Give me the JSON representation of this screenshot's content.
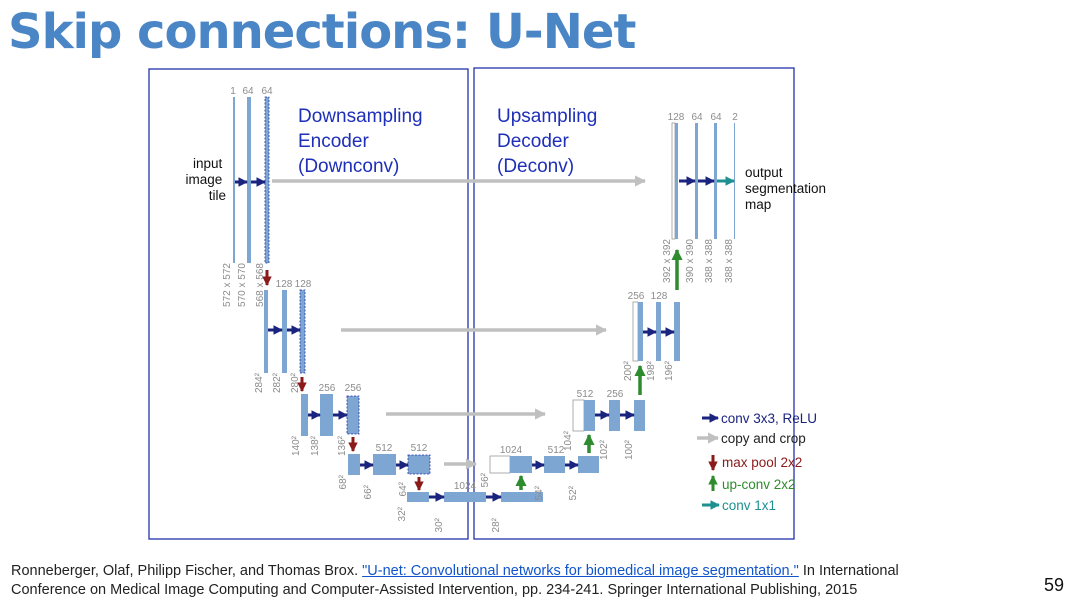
{
  "slide": {
    "title": "Skip connections: U-Net",
    "page_number": "59"
  },
  "diagram": {
    "encoder_label": [
      "Downsampling",
      "Encoder",
      "(Downconv)"
    ],
    "decoder_label": [
      "Upsampling",
      "Decoder",
      "(Deconv)"
    ],
    "input_label": [
      "input",
      "image",
      "tile"
    ],
    "output_label": [
      "output",
      "segmentation",
      "map"
    ],
    "channel_labels": {
      "e1": [
        "1",
        "64",
        "64"
      ],
      "e2": [
        "128",
        "128"
      ],
      "e3": [
        "256",
        "256"
      ],
      "e4": [
        "512",
        "512"
      ],
      "bottom": "1024",
      "d4": [
        "1024",
        "512"
      ],
      "d3": [
        "512",
        "256"
      ],
      "d2": [
        "256",
        "128"
      ],
      "d1": [
        "128",
        "64",
        "64",
        "2"
      ]
    },
    "size_labels": {
      "e1": [
        "572 x 572",
        "570 x 570",
        "568 x 568"
      ],
      "e2": [
        "284²",
        "282²",
        "280²"
      ],
      "e3": [
        "140²",
        "138²",
        "136²"
      ],
      "e4": [
        "68²",
        "66²",
        "64²"
      ],
      "bottom": [
        "32²",
        "30²",
        "28²"
      ],
      "d4": [
        "56²",
        "54²",
        "52²"
      ],
      "d3": [
        "104²",
        "102²",
        "100²"
      ],
      "d2": [
        "200²",
        "198²",
        "196²"
      ],
      "d1": [
        "392 x 392",
        "390 x 390",
        "388 x 388",
        "388 x 388"
      ]
    },
    "legend": [
      {
        "label": "conv 3x3, ReLU",
        "color": "#1a237e"
      },
      {
        "label": "copy and crop",
        "color": "#c0c0c0"
      },
      {
        "label": "max pool 2x2",
        "color": "#8b1a1a"
      },
      {
        "label": "up-conv 2x2",
        "color": "#2e8b2e"
      },
      {
        "label": "conv 1x1",
        "color": "#1e9090"
      }
    ],
    "colors": {
      "feature_map": "#7ea6d2",
      "box_border": "#2233aa",
      "conv_arrow": "#1a237e",
      "copy_arrow": "#c0c0c0",
      "pool_arrow": "#8b1a1a",
      "upconv_arrow": "#2e8b2e",
      "conv1x1_arrow": "#1e9090"
    }
  },
  "citation": {
    "before": "Ronneberger, Olaf, Philipp Fischer, and Thomas Brox. ",
    "link_text": "\"U-net: Convolutional networks for biomedical image segmentation.\"",
    "after": " In International Conference on Medical Image Computing and Computer-Assisted Intervention, pp. 234-241. Springer International Publishing, 2015"
  }
}
